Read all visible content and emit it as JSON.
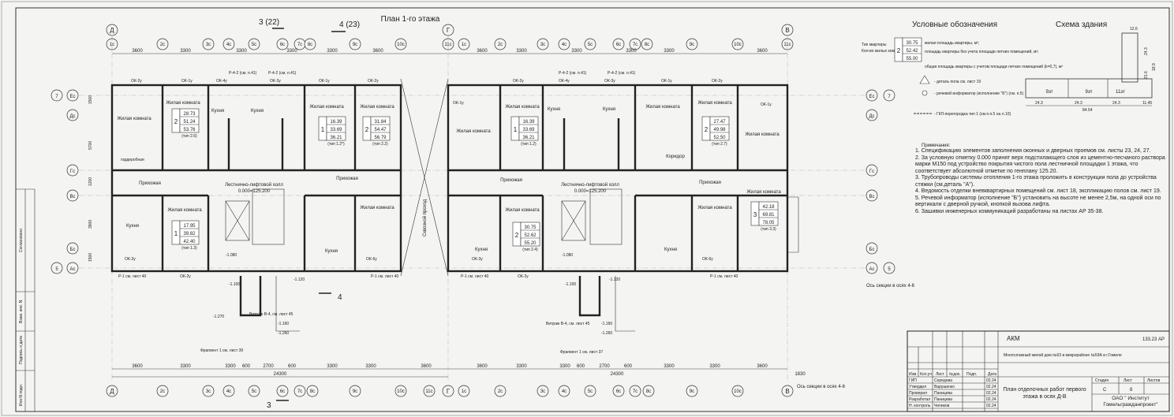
{
  "plan": {
    "title": "План 1-го этажа",
    "section_marks": [
      "3 (22)",
      "4 (23)",
      "3",
      "4"
    ],
    "corridor_label": "Сквозной проход",
    "top_axes_left": [
      "1с",
      "2с",
      "3с",
      "4с",
      "5с",
      "6с",
      "7с",
      "8с",
      "9с",
      "10с"
    ],
    "top_axes_right": [
      "11с",
      "1с",
      "2с",
      "3с",
      "4с",
      "5с",
      "6с",
      "7с",
      "8с",
      "9с",
      "10с",
      "11с"
    ],
    "axis_letters_top": [
      "Д",
      "Г",
      "В"
    ],
    "side_axes": [
      "7",
      "Ес",
      "Дс",
      "Гс",
      "Вс",
      "Бс",
      "5",
      "Ас"
    ],
    "top_dims_left": [
      "3600",
      "3300",
      "3300",
      "3300",
      "3300",
      "3600"
    ],
    "top_dims_right": [
      "3600",
      "3300",
      "3300",
      "3300",
      "3300",
      "3600"
    ],
    "side_dims": [
      "1500",
      "5700",
      "1200",
      "3900",
      "1500"
    ],
    "bottom_dims": [
      "3600",
      "3300",
      "3300",
      "600",
      "2700",
      "600",
      "3300",
      "3300",
      "3600"
    ],
    "bottom_total": "24300",
    "bottom_axis_note": "Ось секции в осях 4-6",
    "right_axis_note": "Ось секции в осях 4-6",
    "bottom_dim_extra": "1830"
  },
  "rooms": {
    "living": "Жилая комната",
    "kitchen": "Кухня",
    "hall": "Прихожая",
    "corridor": "Коридор",
    "stair_hall": "Лестнично-лифтовой холл",
    "hall_level": "0.000=125.200",
    "dressing": "гардеробная"
  },
  "apartments": [
    {
      "rooms": "2",
      "a": "28.73",
      "b": "51.24",
      "c": "53.76",
      "type": "(тип 2.6)"
    },
    {
      "rooms": "1",
      "a": "16.39",
      "b": "33.69",
      "c": "36.21",
      "type": "(тип 1.2*)"
    },
    {
      "rooms": "2",
      "a": "31.84",
      "b": "54.47",
      "c": "56.79",
      "type": "(тип 2.2)"
    },
    {
      "rooms": "1",
      "a": "17.95",
      "b": "39.82",
      "c": "42.40",
      "type": "(тип 1.3)"
    },
    {
      "rooms": "1",
      "a": "16.39",
      "b": "33.69",
      "c": "36.21",
      "type": "(тип 1.2)"
    },
    {
      "rooms": "2",
      "a": "27.47",
      "b": "49.98",
      "c": "52.50",
      "type": "(тип 2.7)"
    },
    {
      "rooms": "2",
      "a": "30.75",
      "b": "52.62",
      "c": "55.20",
      "type": "(тип 2.4)"
    },
    {
      "rooms": "3",
      "a": "42.18",
      "b": "69.81",
      "c": "78.05",
      "type": "(тип 3.3)"
    }
  ],
  "levels": [
    "-1.080",
    "-1.100",
    "-1.120",
    "-1.270",
    "-1.160",
    "-1.260"
  ],
  "windows": [
    "ОК-2у",
    "ОК-1у",
    "ОК-4у",
    "ОК-3у",
    "ОК-6у",
    "Р-4-2 (см. п.41)",
    "Р-1 см. лист 40",
    "Витраж В-4, см. лист 45",
    "Фрагмент 1 см. лист 39",
    "Фрагмент 1 см. лист 37"
  ],
  "legend": {
    "title": "Условные обозначения",
    "apt_type_label": "Тип квартиры",
    "rooms_count_label": "Кол-во жилых комнат",
    "sample_rooms": "2",
    "sample_a": "30.75",
    "sample_b": "52.42",
    "sample_c": "55.00",
    "line1": "жилая площадь квартиры, м²;",
    "line2": "площадь квартиры без учета площади летних помещений, м²;",
    "line3": "общая площадь квартиры с учетом площади летних помещений (k=0,7), м²",
    "item_detail": "- деталь пола см. лист 19",
    "item_informer": "- речевой информатор (исполнение \"Б\") (см. п.5)",
    "item_gkl": "- ГКЛ-перегородка тип 1 (см.п.п.5 на л.10)"
  },
  "scheme": {
    "title": "Схема здания",
    "labels": [
      "9эт",
      "9эт",
      "11эт"
    ],
    "dims": [
      "24.3",
      "24.3",
      "24.3",
      "12.6",
      "11.45",
      "84.54",
      "21.6",
      "24.3",
      "18.9"
    ]
  },
  "notes": {
    "title": "Примечания:",
    "items": [
      "1.  Спецификацию элементов заполнения оконных и дверных проемов см. листы 23, 24, 27.",
      "2.  За условную отметку 0.000 принят верх подстилающего слоя из цементно-песчаного  раствора марки М150 под устройство покрытия чистого пола лестничной площадки 1 этажа, что соответствует абсолютной отметке по генплану 125.20.",
      "3. Трубопроводы системы отопления 1-го этажа проложить в конструкции пола до устройства стяжки (см.деталь \"А\").",
      "4. Ведомость отделки вневквартирных помещений см. лист 18, экспликацию полов см. лист 19.",
      "5. Речевой информатор (исполнение \"Б\") установить на высоте не менее 2,5м,  на одной оси по вертикали с дверной ручкой, кнопкой вызова лифта.",
      "6. Зашивки инженерных коммуникаций  разработаны на  листах  АР 35-38."
    ]
  },
  "stamp": {
    "org": "АКМ",
    "code": "133.23  АР",
    "project": "Многоэтажный жилой дом  №63 в микрорайоне №59А в г.Гомеле",
    "col_headers": [
      "Изм.",
      "Кол.уч",
      "Лист",
      "№док.",
      "Подп.",
      "Дата"
    ],
    "stage_headers": [
      "Стадия",
      "Лист",
      "Листов"
    ],
    "stage": "С",
    "sheet": "8",
    "sheets": "",
    "roles": [
      "ГИП",
      "Утвердил",
      "Проверил",
      "Разработал",
      "Н. контроль"
    ],
    "names": [
      "Середова",
      "Варушенко",
      "Паницева",
      "Паницева",
      "Чепиков"
    ],
    "dates": [
      "02.24",
      "02.24",
      "02.24",
      "02.24",
      "02.24"
    ],
    "drawing_title": "План отделочных работ первого этажа в осях Д-В",
    "company": "ОАО \" Институт Гомельгражданпроект\""
  },
  "margin": {
    "labels": [
      "Согласовано",
      "Взам. инв. N",
      "Подпись и дата",
      "Инв.N подл."
    ]
  }
}
